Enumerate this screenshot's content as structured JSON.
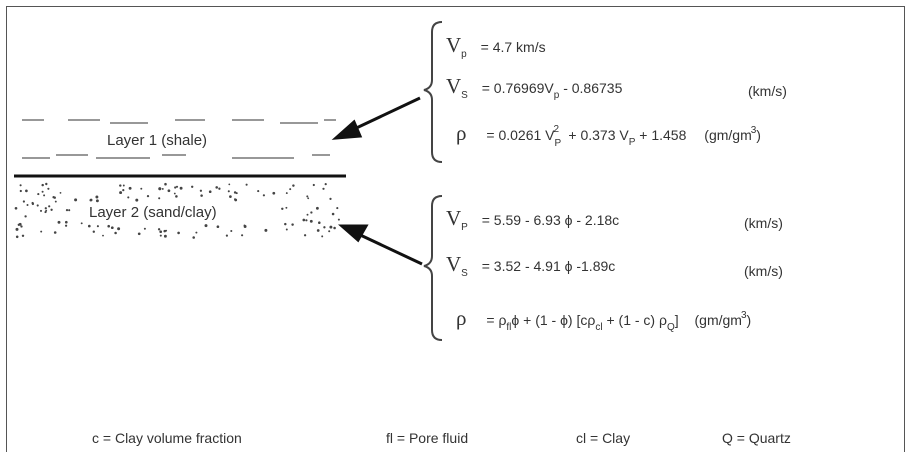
{
  "layer1": {
    "label": "Layer 1 (shale)"
  },
  "layer2": {
    "label": "Layer 2 (sand/clay)"
  },
  "eqs1": {
    "vp": {
      "sym": "V",
      "sub": "p",
      "rhs": "= 4.7 km/s",
      "unit": ""
    },
    "vs": {
      "sym": "V",
      "sub": "S",
      "rhs_a": "= 0.76969V",
      "rhs_sub": "p",
      "rhs_b": " - 0.86735",
      "unit": "(km/s)"
    },
    "rho": {
      "sym": "ρ",
      "rhs_a": "= 0.0261 V",
      "rhs_sup": "2",
      "rhs_sub": "P",
      "rhs_b": " + 0.373 V",
      "rhs_sub2": "P",
      "rhs_c": " + 1.458",
      "unit": "(gm/gm",
      "unit_sup": "3",
      "unit_end": ")"
    }
  },
  "eqs2": {
    "vp": {
      "sym": "V",
      "sub": "P",
      "rhs": "= 5.59 - 6.93 ϕ - 2.18c",
      "unit": "(km/s)"
    },
    "vs": {
      "sym": "V",
      "sub": "S",
      "rhs": "= 3.52 - 4.91 ϕ -1.89c",
      "unit": "(km/s)"
    },
    "rho": {
      "sym": "ρ",
      "rhs_a": "= ρ",
      "sub_fl": "fl",
      "rhs_b": "ϕ + (1 - ϕ) [cρ",
      "sub_cl": "cl",
      "rhs_c": " + (1 - c) ρ",
      "sub_q": "Q",
      "rhs_d": "]",
      "unit": "(gm/gm",
      "unit_sup": "3",
      "unit_end": ")"
    }
  },
  "legend": {
    "c": "c = Clay volume fraction",
    "fl": "fl = Pore fluid",
    "cl": "cl = Clay",
    "q": "Q = Quartz"
  }
}
